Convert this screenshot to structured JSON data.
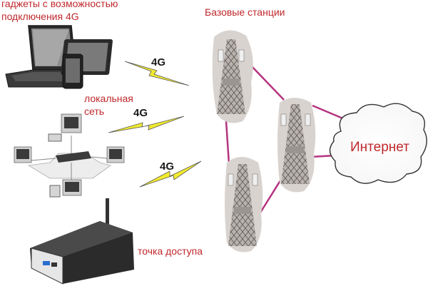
{
  "labels": {
    "gadgets_line1": "гаджеты с возможностью",
    "gadgets_line2": "подключения 4G",
    "base_stations": "Базовые станции",
    "lan_line1": "локальная",
    "lan_line2": "сеть",
    "access_point": "точка доступа",
    "internet": "Интернет"
  },
  "links": {
    "label_4g": "4G"
  },
  "colors": {
    "label_red": "#c0282c",
    "lightning_yellow": "#f2ea2e",
    "connection_magenta": "#b5337f"
  },
  "icons": [
    "laptop-icon",
    "tablet-icon",
    "phone-icon",
    "lan-network-icon",
    "access-point-router-icon",
    "cell-tower-icon",
    "cloud-icon",
    "lightning-icon"
  ]
}
